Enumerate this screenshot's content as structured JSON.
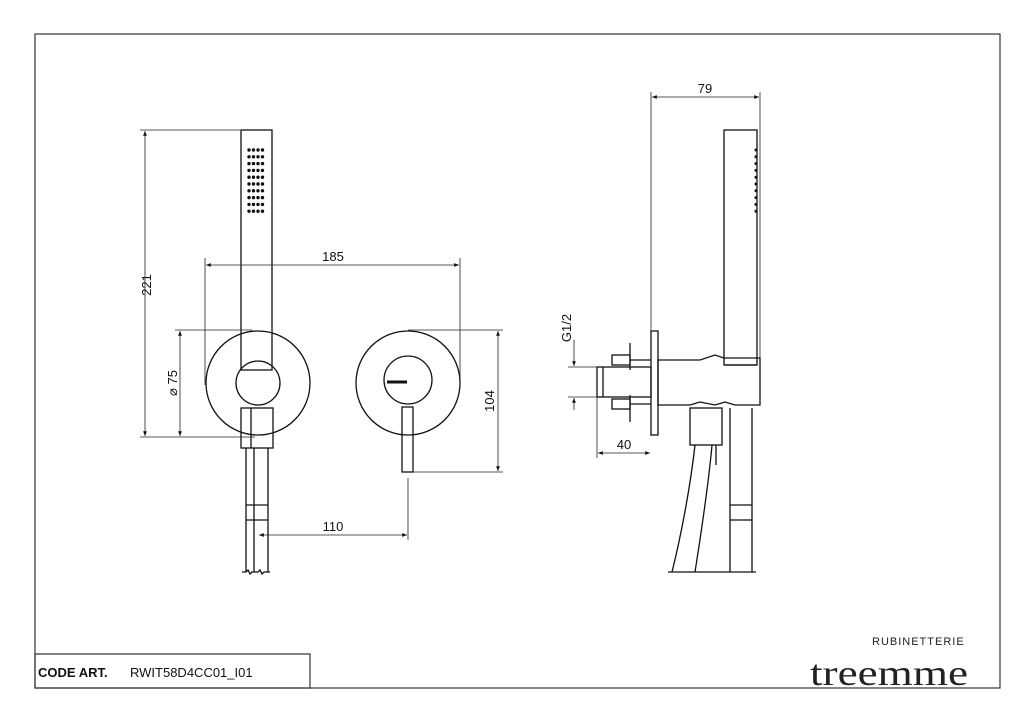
{
  "title_block": {
    "code_label": "CODE ART.",
    "code_value": "RWIT58D4CC01_I01"
  },
  "logo": {
    "brand": "treemme",
    "subtitle": "RUBINETTERIE"
  },
  "dimensions": {
    "total_height": "221",
    "rosette_diameter": "⌀ 75",
    "width_between": "185",
    "lever_height": "104",
    "hose_to_lever": "110",
    "depth": "79",
    "thread": "G1/2",
    "pipe_length": "40"
  }
}
